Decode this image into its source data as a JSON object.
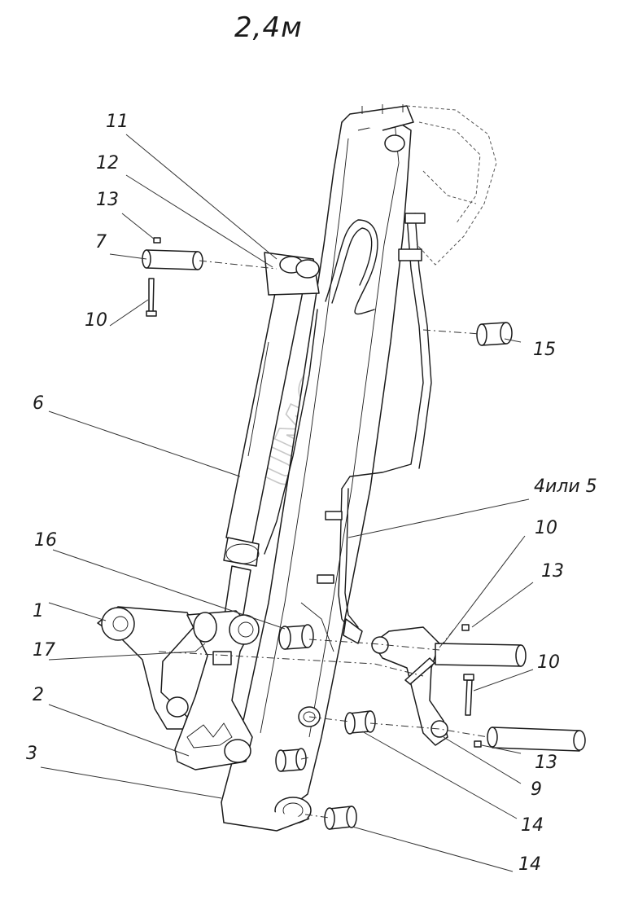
{
  "title": "2,4м",
  "watermark": "UMG",
  "callouts": [
    "1",
    "2",
    "3",
    "4или 5",
    "6",
    "7",
    "9",
    "10",
    "10",
    "10",
    "11",
    "12",
    "13",
    "13",
    "13",
    "14",
    "14",
    "15",
    "16",
    "17"
  ]
}
